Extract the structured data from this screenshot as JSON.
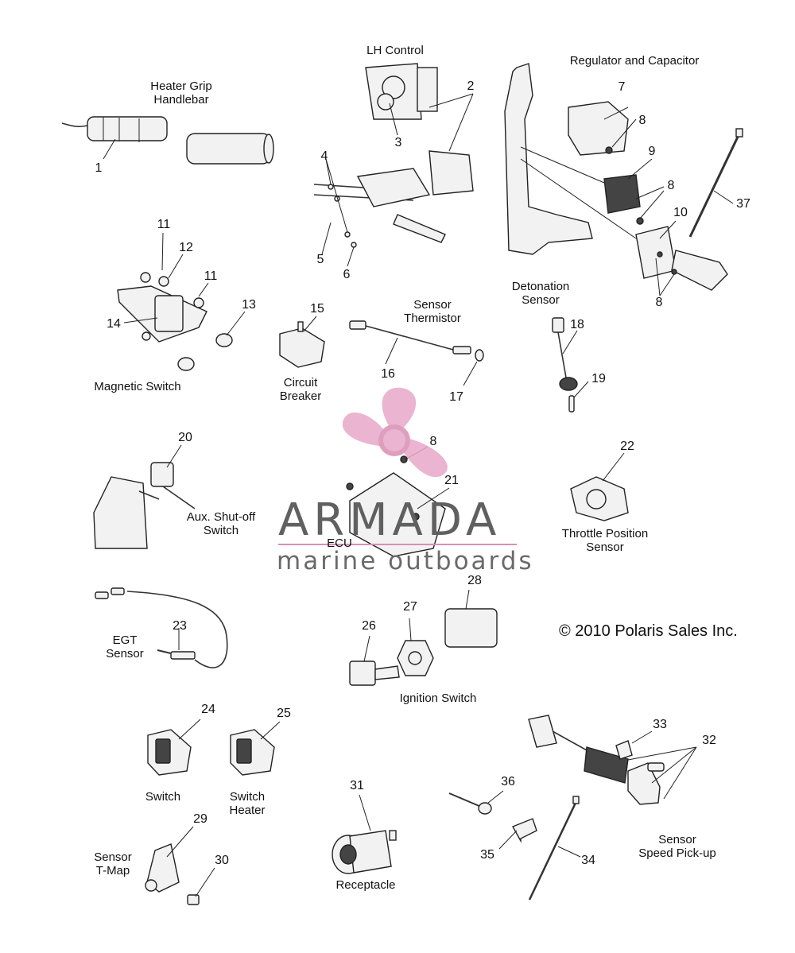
{
  "group_labels": {
    "lh_control": "LH Control",
    "heater_grip": "Heater Grip\nHandlebar",
    "regulator": "Regulator and Capacitor",
    "detonation": "Detonation\nSensor",
    "thermistor": "Sensor\nThermistor",
    "circuit_breaker": "Circuit\nBreaker",
    "magnetic_switch": "Magnetic Switch",
    "aux_shutoff": "Aux. Shut-off\nSwitch",
    "ecu": "ECU",
    "throttle": "Throttle Position\nSensor",
    "egt": "EGT\nSensor",
    "ignition": "Ignition Switch",
    "switch": "Switch",
    "switch_heater": "Switch\nHeater",
    "receptacle": "Receptacle",
    "speed": "Sensor\nSpeed Pick-up",
    "tmap": "Sensor\nT-Map"
  },
  "copyright": "© 2010 Polaris Sales Inc.",
  "watermark": {
    "title": "ARMADA",
    "subtitle": "marine outboards"
  },
  "callouts": [
    "1",
    "2",
    "3",
    "4",
    "5",
    "6",
    "7",
    "8",
    "9",
    "8",
    "10",
    "8",
    "37",
    "11",
    "12",
    "11",
    "13",
    "14",
    "15",
    "16",
    "17",
    "18",
    "19",
    "8",
    "20",
    "21",
    "22",
    "23",
    "26",
    "27",
    "28",
    "24",
    "25",
    "29",
    "30",
    "31",
    "36",
    "35",
    "34",
    "33",
    "32"
  ],
  "colors": {
    "logo_pink": "#e8a7c8",
    "logo_pink_dark": "#d98fb4",
    "text": "#111111"
  }
}
